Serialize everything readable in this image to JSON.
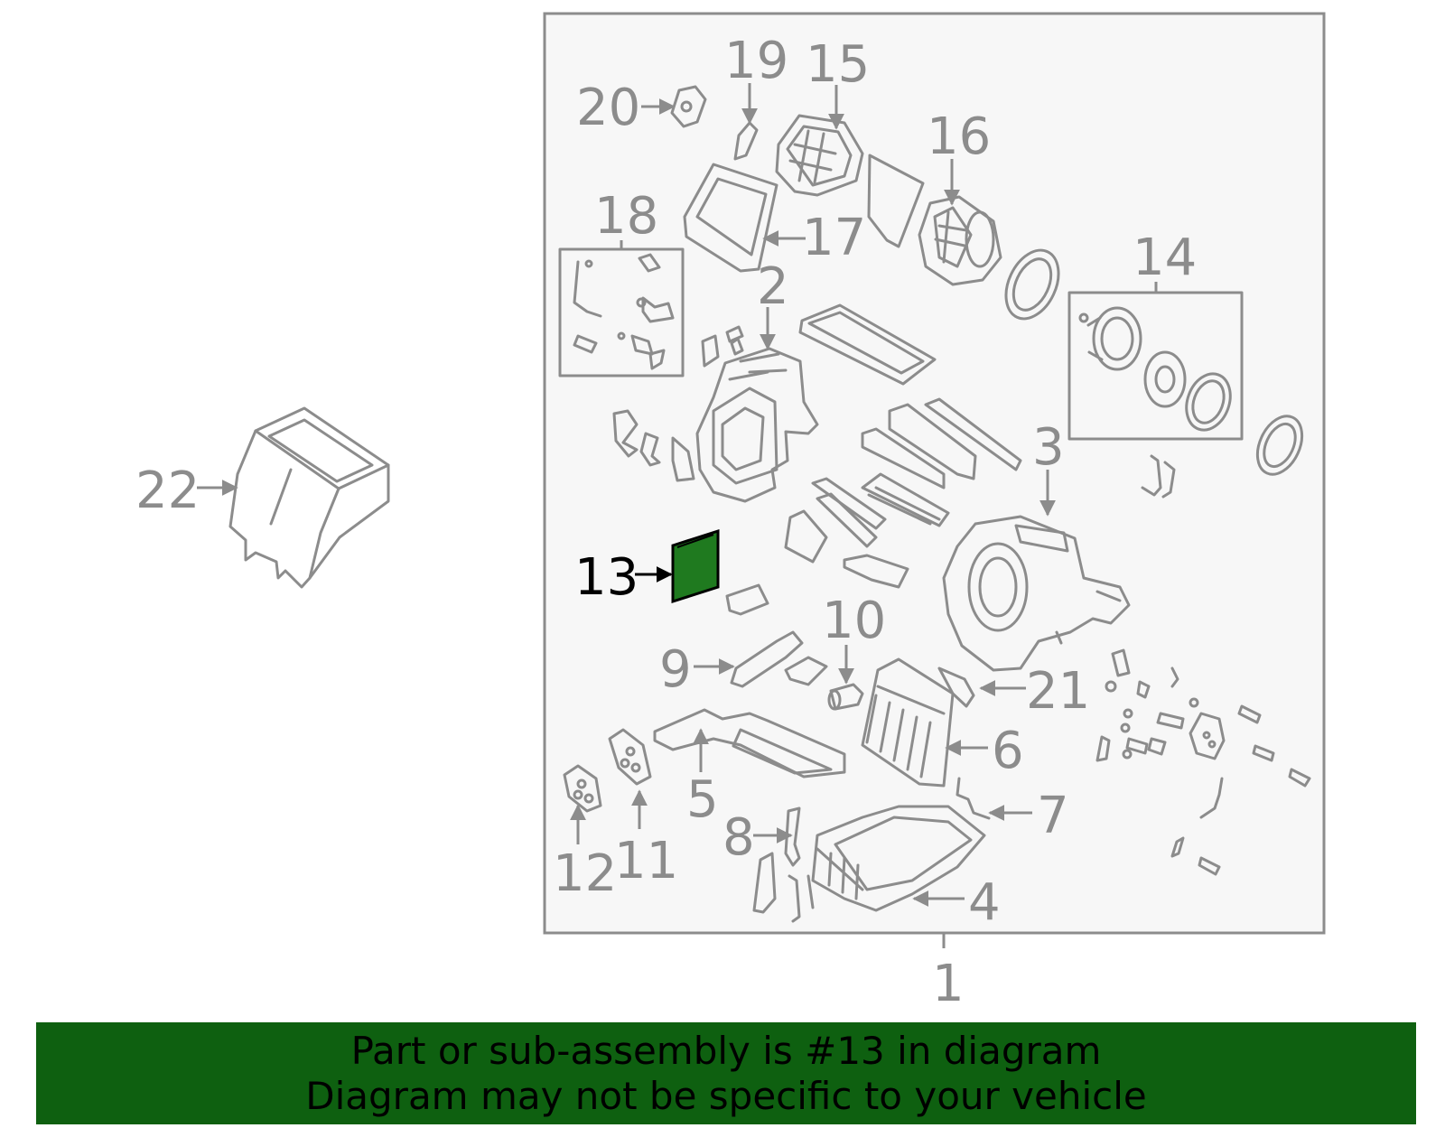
{
  "colors": {
    "line": "#8c8c8c",
    "highlight_fill": "#1f7a1f",
    "highlight_stroke": "#000000",
    "banner_bg": "#0e6010",
    "banner_text": "#000000",
    "frame_fill": "#f7f7f7"
  },
  "diagram": {
    "highlighted_part": "13",
    "callouts": {
      "c1": "1",
      "c2": "2",
      "c3": "3",
      "c4": "4",
      "c5": "5",
      "c6": "6",
      "c7": "7",
      "c8": "8",
      "c9": "9",
      "c10": "10",
      "c11": "11",
      "c12": "12",
      "c13": "13",
      "c14": "14",
      "c15": "15",
      "c16": "16",
      "c17": "17",
      "c18": "18",
      "c19": "19",
      "c20": "20",
      "c21": "21",
      "c22": "22"
    }
  },
  "banner": {
    "line1": "Part or sub-assembly is #13 in diagram",
    "line2": "Diagram may not be specific to your vehicle"
  }
}
